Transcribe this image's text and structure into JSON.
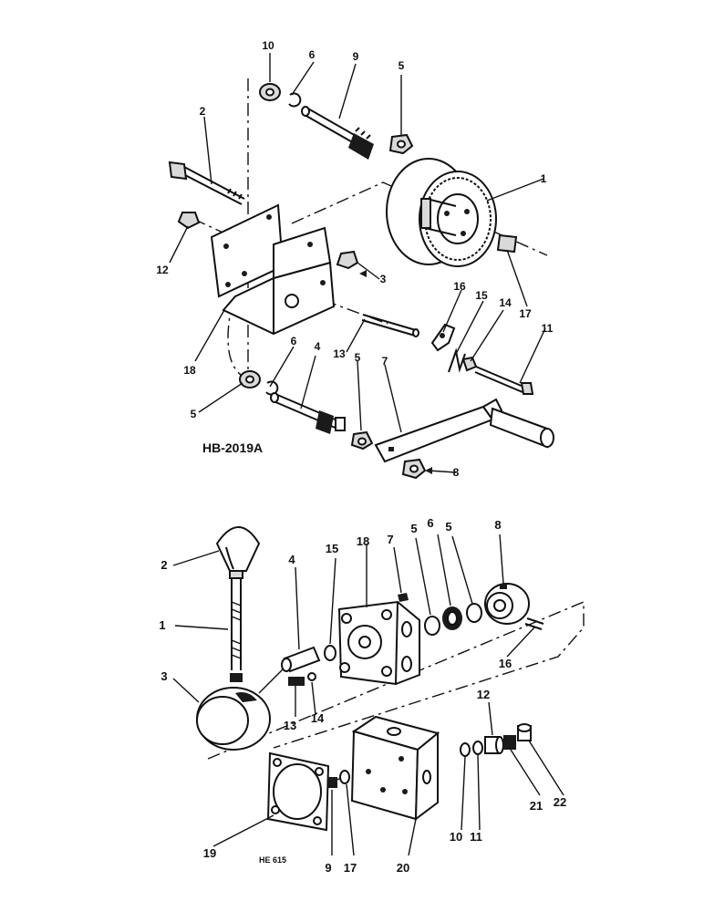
{
  "diagram_top": {
    "code": "HB-2019A",
    "callouts": [
      "1",
      "2",
      "3",
      "4",
      "5",
      "5",
      "5",
      "6",
      "6",
      "7",
      "8",
      "9",
      "10",
      "11",
      "12",
      "13",
      "14",
      "15",
      "16",
      "17",
      "18"
    ]
  },
  "diagram_bottom": {
    "code": "HE 615",
    "callouts": [
      "1",
      "2",
      "3",
      "4",
      "5",
      "5",
      "6",
      "7",
      "8",
      "9",
      "10",
      "11",
      "12",
      "13",
      "14",
      "15",
      "16",
      "17",
      "18",
      "19",
      "20",
      "21",
      "22"
    ]
  }
}
